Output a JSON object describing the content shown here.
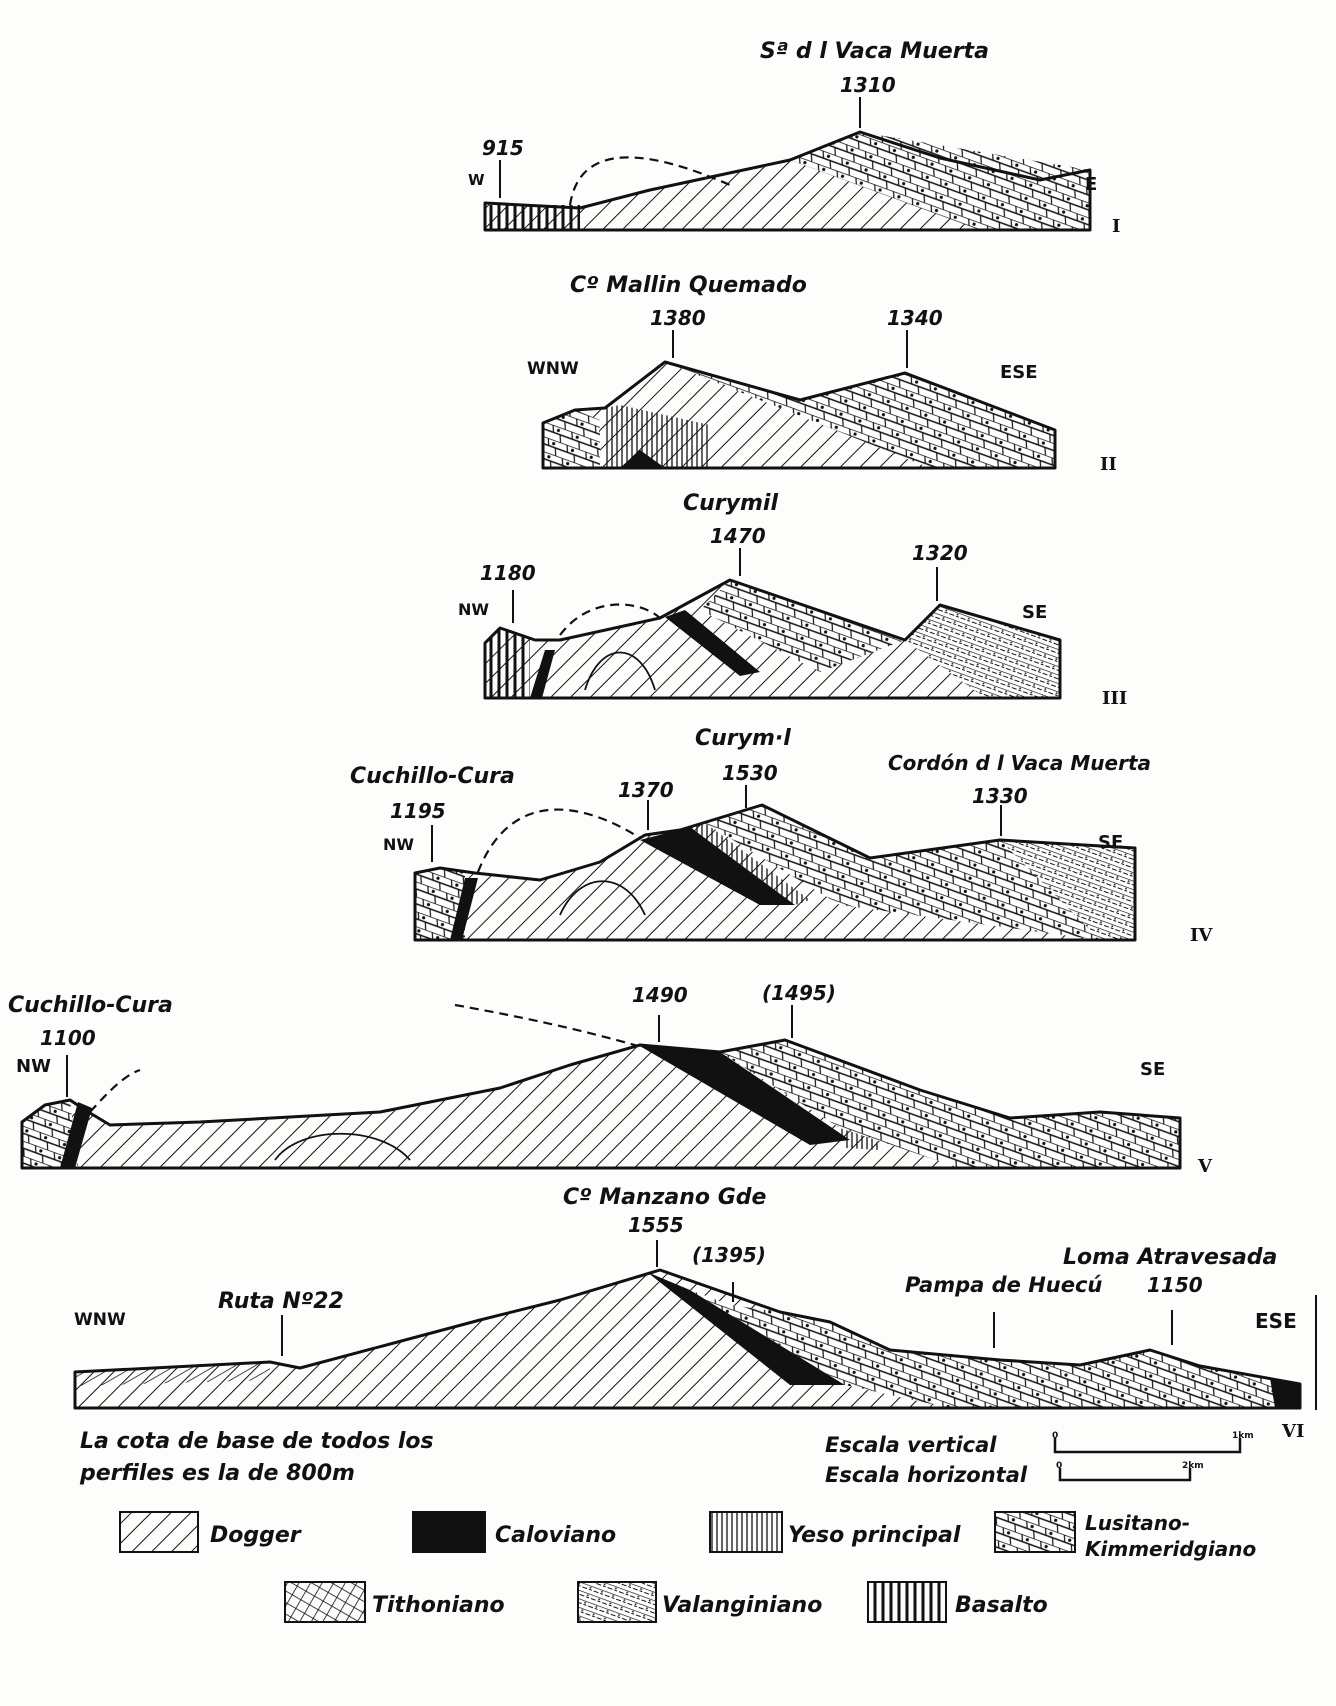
{
  "profiles": [
    {
      "numeral": "I",
      "dir_left": "W",
      "dir_right": "E",
      "peaks": [
        {
          "name": "Sª d l Vaca Muerta",
          "elev": "1310"
        },
        {
          "name": "",
          "elev": "915"
        }
      ]
    },
    {
      "numeral": "II",
      "dir_left": "WNW",
      "dir_right": "ESE",
      "title": "Cº Mallin Quemado",
      "peaks": [
        {
          "elev": "1380"
        },
        {
          "elev": "1340"
        }
      ]
    },
    {
      "numeral": "III",
      "dir_left": "NW",
      "dir_right": "SE",
      "title": "Curymil",
      "peaks": [
        {
          "elev": "1180"
        },
        {
          "elev": "1470"
        },
        {
          "elev": "1320"
        }
      ]
    },
    {
      "numeral": "IV",
      "dir_left": "NW",
      "dir_right": "SE",
      "labels": [
        "Cuchillo-Cura",
        "Curym·l",
        "Cordón d l Vaca Muerta"
      ],
      "peaks": [
        {
          "elev": "1195"
        },
        {
          "elev": "1370"
        },
        {
          "elev": "1530"
        },
        {
          "elev": "1330"
        }
      ]
    },
    {
      "numeral": "V",
      "dir_left": "NW",
      "dir_right": "SE",
      "labels": [
        "Cuchillo-Cura"
      ],
      "peaks": [
        {
          "elev": "1100"
        },
        {
          "elev": "1490"
        },
        {
          "elev": "(1495)"
        }
      ]
    },
    {
      "numeral": "VI",
      "dir_left": "WNW",
      "dir_right": "ESE",
      "labels": [
        "Cº Manzano Gde",
        "Ruta Nº22",
        "Pampa de Huecú",
        "Loma Atravesada"
      ],
      "peaks": [
        {
          "elev": "1555"
        },
        {
          "elev": "(1395)"
        },
        {
          "elev": "1150"
        }
      ]
    }
  ],
  "note": [
    "La cota de base de todos los",
    "perfiles es la de 800m"
  ],
  "scale": {
    "vertical": "Escala vertical",
    "horizontal": "Escala horizontal",
    "v_start": "0",
    "v_end": "1km",
    "h_start": "0",
    "h_end": "2km"
  },
  "legend": [
    {
      "label": "Dogger",
      "pattern": "diag"
    },
    {
      "label": "Caloviano",
      "pattern": "solid"
    },
    {
      "label": "Yeso principal",
      "pattern": "vfine"
    },
    {
      "label": "Lusitano-",
      "label2": "Kimmeridgiano",
      "pattern": "lusitano"
    },
    {
      "label": "Tithoniano",
      "pattern": "tithon"
    },
    {
      "label": "Valanginiano",
      "pattern": "valang"
    },
    {
      "label": "Basalto",
      "pattern": "vbold"
    }
  ]
}
